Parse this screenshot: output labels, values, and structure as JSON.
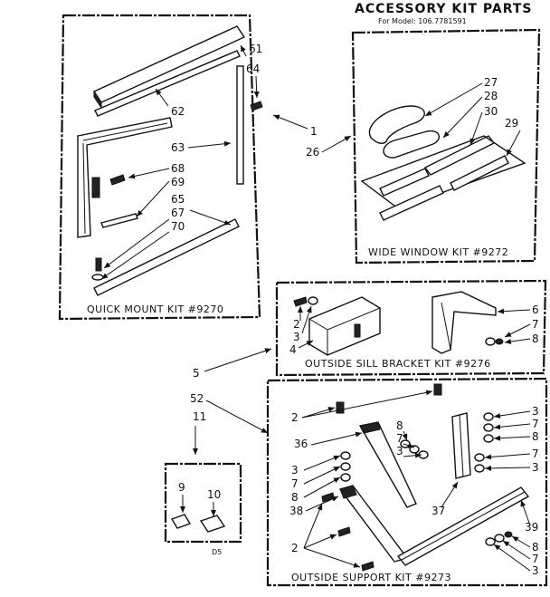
{
  "title": "ACCESSORY KIT PARTS",
  "model": "For Model: 106.7781591",
  "kits": {
    "quick_mount": "QUICK MOUNT KIT #9270",
    "wide_window": "WIDE WINDOW KIT #9272",
    "sill_bracket": "OUTSIDE SILL BRACKET KIT #9276",
    "support": "OUTSIDE SUPPORT KIT #9273"
  },
  "labels": {
    "n61": "61",
    "n64": "64",
    "n62": "62",
    "n63": "63",
    "n68": "68",
    "n69": "69",
    "n65": "65",
    "n67": "67",
    "n70": "70",
    "n1": "1",
    "n26": "26",
    "n27": "27",
    "n28": "28",
    "n30": "30",
    "n29": "29",
    "s2": "2",
    "s3": "3",
    "s4": "4",
    "s6": "6",
    "s7": "7",
    "s8": "8",
    "n5": "5",
    "n52": "52",
    "n11": "11",
    "n9": "9",
    "n10": "10",
    "d5": "D5",
    "k2a": "2",
    "k36": "36",
    "k8a": "8",
    "k7a": "7",
    "k3a": "3",
    "k3b": "3",
    "k7b": "7",
    "k8b": "8",
    "k38": "38",
    "k37": "37",
    "k3c": "3",
    "k7c": "7",
    "k8c": "8",
    "k7d": "7",
    "k3d": "3",
    "k39": "39",
    "k2b": "2",
    "k8d": "8",
    "k7e": "7",
    "k3e": "3"
  }
}
